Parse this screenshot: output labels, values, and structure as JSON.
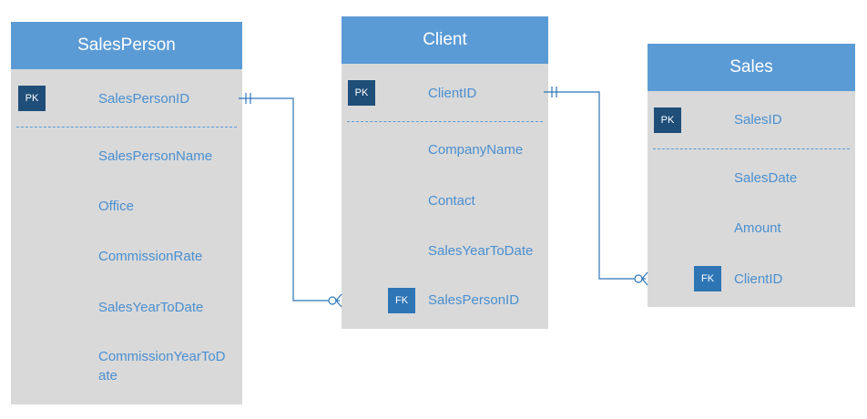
{
  "entities": {
    "salesperson": {
      "title": "SalesPerson",
      "pk_field": "SalesPersonID",
      "fields": [
        "SalesPersonName",
        "Office",
        "CommissionRate",
        "SalesYearToDate",
        "CommissionYearToD",
        "ate"
      ]
    },
    "client": {
      "title": "Client",
      "pk_field": "ClientID",
      "fields": [
        "CompanyName",
        "Contact",
        "SalesYearToDate"
      ],
      "fk_field": "SalesPersonID"
    },
    "sales": {
      "title": "Sales",
      "pk_field": "SalesID",
      "fields": [
        "SalesDate",
        "Amount"
      ],
      "fk_field": "ClientID"
    }
  },
  "badges": {
    "pk": "PK",
    "fk": "FK"
  },
  "relationships": [
    {
      "from": "SalesPerson.SalesPersonID",
      "to": "Client.SalesPersonID",
      "from_cardinality": "one-and-only-one",
      "to_cardinality": "zero-or-many"
    },
    {
      "from": "Client.ClientID",
      "to": "Sales.ClientID",
      "from_cardinality": "one-and-only-one",
      "to_cardinality": "zero-or-many"
    }
  ],
  "colors": {
    "header_fill": "#5b9bd5",
    "body_fill": "#d9d9d9",
    "field_text": "#4a8fd0",
    "pk_badge": "#1f4e79",
    "fk_badge": "#2e75b6",
    "connector": "#2e75b6"
  }
}
